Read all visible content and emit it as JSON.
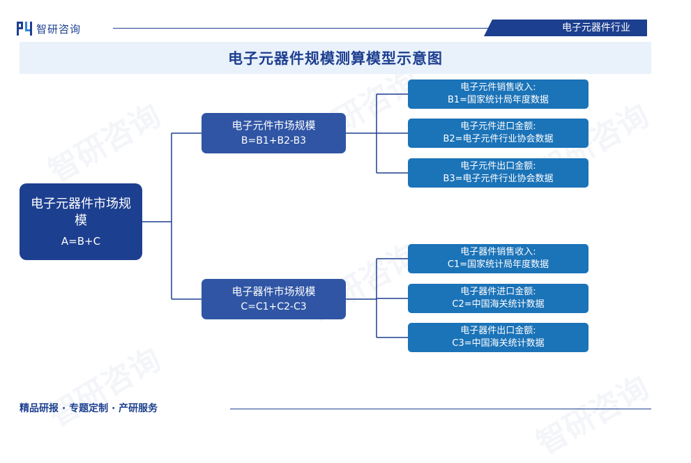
{
  "header": {
    "brand": "智研咨询",
    "tag": "电子元器件行业"
  },
  "title": "电子元器件规模测算模型示意图",
  "diagram": {
    "root": {
      "label": "电子元器件市场规模",
      "formula": "A=B+C"
    },
    "branches": [
      {
        "label": "电子元件市场规模",
        "formula": "B=B1+B2-B3",
        "leaves": [
          {
            "label": "电子元件销售收入:",
            "source": "B1=国家统计局年度数据"
          },
          {
            "label": "电子元件进口金额:",
            "source": "B2=电子元件行业协会数据"
          },
          {
            "label": "电子元件出口金额:",
            "source": "B3=电子元件行业协会数据"
          }
        ]
      },
      {
        "label": "电子器件市场规模",
        "formula": "C=C1+C2-C3",
        "leaves": [
          {
            "label": "电子器件销售收入:",
            "source": "C1=国家统计局年度数据"
          },
          {
            "label": "电子器件进口金额:",
            "source": "C2=中国海关统计数据"
          },
          {
            "label": "电子器件出口金额:",
            "source": "C3=中国海关统计数据"
          }
        ]
      }
    ]
  },
  "footer": {
    "slogan": "精品研报 · 专题定制 · 产研服务"
  },
  "colors": {
    "primary": "#1d3f8f",
    "mid_node": "#2f55a4",
    "leaf_node": "#1b73b8",
    "title_band": "#e9f1fb"
  }
}
